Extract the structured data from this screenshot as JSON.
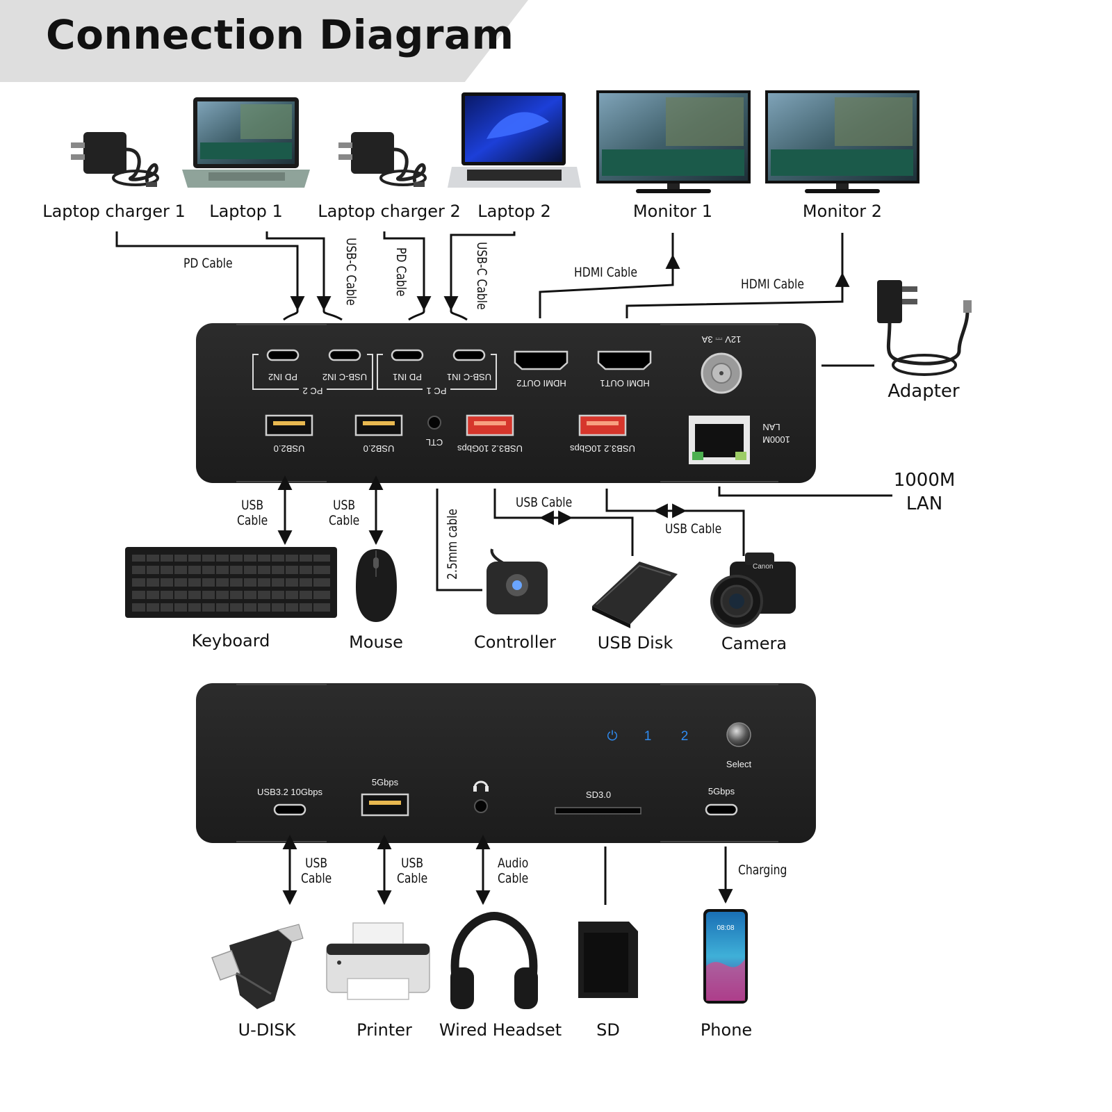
{
  "title": "Connection Diagram",
  "top_devices": [
    {
      "id": "charger1",
      "label": "Laptop charger 1"
    },
    {
      "id": "laptop1",
      "label": "Laptop 1"
    },
    {
      "id": "charger2",
      "label": "Laptop charger 2"
    },
    {
      "id": "laptop2",
      "label": "Laptop 2"
    },
    {
      "id": "monitor1",
      "label": "Monitor 1"
    },
    {
      "id": "monitor2",
      "label": "Monitor 2"
    }
  ],
  "adapter": {
    "label": "Adapter"
  },
  "lan": {
    "label_line1": "1000M",
    "label_line2": "LAN"
  },
  "cables_top": {
    "pd1": "PD Cable",
    "usbc1": "USB-C Cable",
    "pd2": "PD Cable",
    "usbc2": "USB-C Cable",
    "hdmi1": "HDMI Cable",
    "hdmi2": "HDMI Cable"
  },
  "rear_panel": {
    "ports_top": [
      "PD IN2",
      "USB-C IN2",
      "PD IN1",
      "USB-C IN1",
      "HDMI OUT2",
      "HDMI OUT1"
    ],
    "groups": [
      "PC 2",
      "PC 1"
    ],
    "power": "12V ⎓ 3A",
    "ports_bottom": [
      "USB2.0",
      "USB2.0",
      "CTL",
      "USB3.2 10Gbps",
      "USB3.2 10Gbps"
    ],
    "lan_line1": "LAN",
    "lan_line2": "1000M"
  },
  "cables_middle": {
    "kb_l1": "USB",
    "kb_l2": "Cable",
    "mouse_l1": "USB",
    "mouse_l2": "Cable",
    "ctl": "2.5mm cable",
    "disk": "USB Cable",
    "camera": "USB Cable"
  },
  "middle_devices": [
    {
      "id": "keyboard",
      "label": "Keyboard"
    },
    {
      "id": "mouse",
      "label": "Mouse"
    },
    {
      "id": "controller",
      "label": "Controller"
    },
    {
      "id": "usbdisk",
      "label": "USB Disk"
    },
    {
      "id": "camera",
      "label": "Camera"
    }
  ],
  "front_panel": {
    "leds": [
      "⏻",
      "1",
      "2"
    ],
    "select": "Select",
    "usbc_fast": "USB3.2 10Gbps",
    "usba": "5Gbps",
    "sd": "SD3.0",
    "usbc_slow": "5Gbps"
  },
  "cables_bottom": {
    "udisk_l1": "USB",
    "udisk_l2": "Cable",
    "printer_l1": "USB",
    "printer_l2": "Cable",
    "audio_l1": "Audio",
    "audio_l2": "Cable",
    "charging": "Charging"
  },
  "bottom_devices": [
    {
      "id": "udisk",
      "label": "U-DISK"
    },
    {
      "id": "printer",
      "label": "Printer"
    },
    {
      "id": "headset",
      "label": "Wired Headset"
    },
    {
      "id": "sd",
      "label": "SD"
    },
    {
      "id": "phone",
      "label": "Phone"
    }
  ],
  "phone_time": "08:08",
  "camera_brand": "Canon",
  "colors": {
    "panel": "#252525",
    "led_blue": "#2f8cf2",
    "usb3": "#e0463a",
    "accent_screen": "#1c3fd8"
  }
}
